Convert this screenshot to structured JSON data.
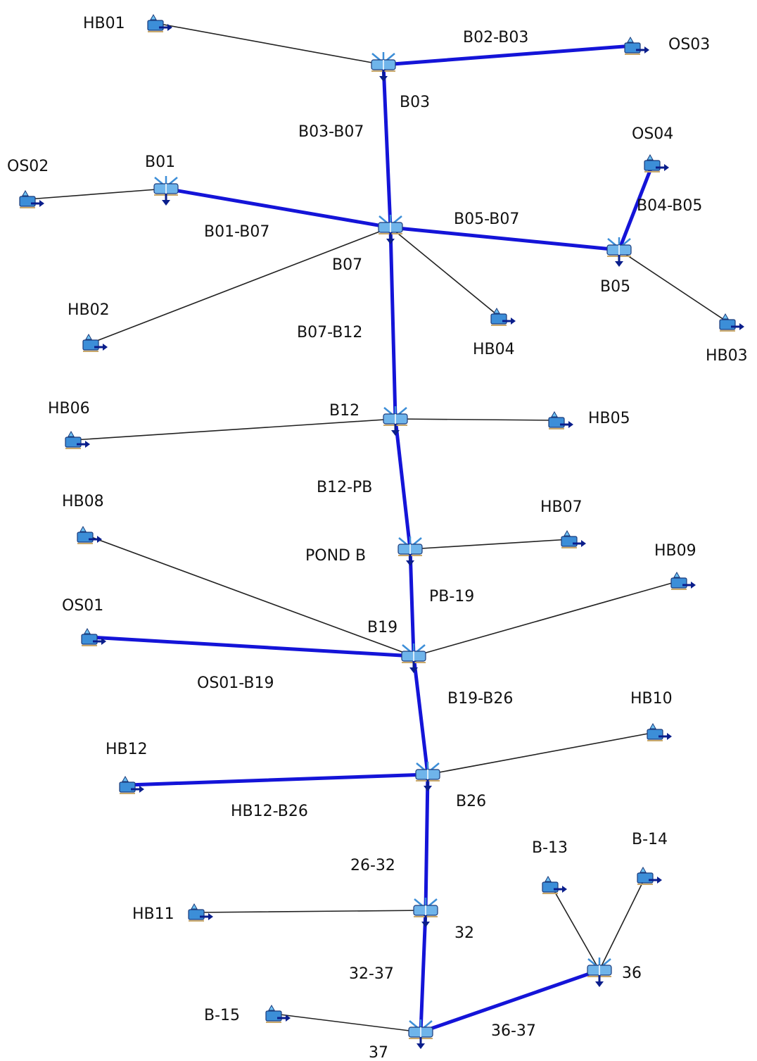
{
  "colors": {
    "reach": "#1414d8",
    "link": "#222222",
    "icon_blue": "#3c8ed8",
    "icon_dark": "#0a1e8c"
  },
  "icon_name": "subbasin-outflow-icon",
  "labels": {
    "HB01": "HB01",
    "OS03": "OS03",
    "B02_B03": "B02-B03",
    "B03": "B03",
    "B03_B07": "B03-B07",
    "OS04": "OS04",
    "OS02": "OS02",
    "B01": "B01",
    "B04_B05": "B04-B05",
    "B05_B07": "B05-B07",
    "B01_B07": "B01-B07",
    "B07": "B07",
    "B05": "B05",
    "HB02": "HB02",
    "B07_B12": "B07-B12",
    "HB04": "HB04",
    "HB03": "HB03",
    "HB06": "HB06",
    "B12": "B12",
    "HB05": "HB05",
    "B12_PB": "B12-PB",
    "HB08": "HB08",
    "HB07": "HB07",
    "POND_B": "POND B",
    "HB09": "HB09",
    "PB_19": "PB-19",
    "OS01": "OS01",
    "B19": "B19",
    "OS01_B19": "OS01-B19",
    "B19_B26": "B19-B26",
    "HB10": "HB10",
    "HB12": "HB12",
    "B26": "B26",
    "HB12_B26": "HB12-B26",
    "B13": "B-13",
    "B14": "B-14",
    "R26_32": "26-32",
    "HB11": "HB11",
    "J32": "32",
    "R32_37": "32-37",
    "J36": "36",
    "B15": "B-15",
    "R36_37": "36-37",
    "J37": "37"
  }
}
